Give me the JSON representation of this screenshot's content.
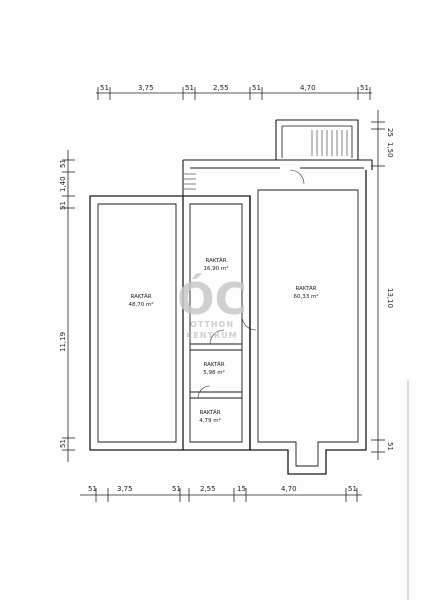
{
  "dimensions": {
    "top": [
      "51",
      "3,75",
      "51",
      "2,55",
      "51",
      "4,70",
      "51"
    ],
    "bottom": [
      "51",
      "3,75",
      "51",
      "2,55",
      "15",
      "4,70",
      "51"
    ],
    "left": [
      "51",
      "1,40",
      "51",
      "11,19",
      "51"
    ],
    "right": [
      "25",
      "1,50",
      "13,10",
      "51"
    ]
  },
  "rooms": [
    {
      "name": "RAKTÁR",
      "area": "48,70 m²"
    },
    {
      "name": "RAKTÁR",
      "area": "16,90 m²"
    },
    {
      "name": "RAKTÁR",
      "area": "60,33 m²"
    },
    {
      "name": "RAKTÁR",
      "area": "5,98 m²"
    },
    {
      "name": "RAKTÁR",
      "area": "4,79 m²"
    }
  ],
  "watermark": {
    "logo": "ÓC",
    "line1": "OTTHON",
    "line2": "CENTRUM"
  }
}
